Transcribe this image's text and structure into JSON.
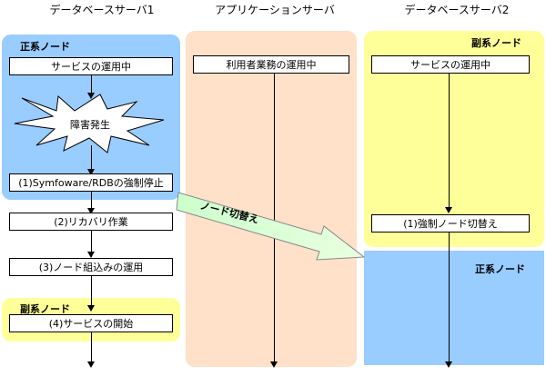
{
  "columns": {
    "db1": "データベースサーバ1",
    "app": "アプリケーションサーバ",
    "db2": "データベースサーバ2"
  },
  "db1": {
    "primary_label": "正系ノード",
    "service_running": "サービスの運用中",
    "failure": "障害発生",
    "step1": "(1)Symfoware/RDBの強制停止",
    "step2": "(2)リカバリ作業",
    "step3": "(3)ノード組込みの運用",
    "secondary_label": "副系ノード",
    "step4": "(4)サービスの開始"
  },
  "app": {
    "business_running": "利用者業務の運用中"
  },
  "db2": {
    "secondary_label": "副系ノード",
    "service_running": "サービスの運用中",
    "step1": "(1)強制ノード切替え",
    "primary_label": "正系ノード"
  },
  "switch_arrow": {
    "label": "ノード切替え"
  },
  "colors": {
    "primary_zone": "#99ccff",
    "secondary_zone": "#ffff99",
    "app_zone": "#ffe0c8",
    "burst_fill": "#ffffff",
    "switch_arrow_fill": "#ccffcc",
    "switch_arrow_fill_end": "#e8ffe0"
  },
  "icons": {
    "failure": "explosion-burst-icon",
    "switch": "block-arrow-icon"
  }
}
